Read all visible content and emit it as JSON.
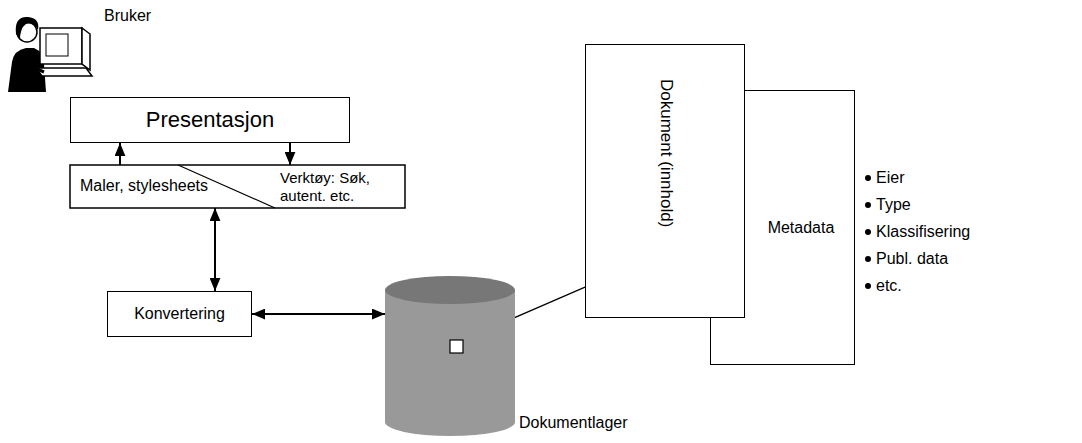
{
  "diagram": {
    "nodes": [
      {
        "text": [
          "Presentasjon"
        ]
      },
      {
        "text": [
          "Maler, stylesheets"
        ]
      },
      {
        "text": [
          "Verktøy: Søk, autent. etc."
        ]
      },
      {
        "text": [
          "Konvertering"
        ]
      },
      {
        "text": [
          "Dokumentlager"
        ]
      },
      {
        "text": [
          "Dokument (innhold)"
        ]
      },
      {
        "text": [
          "Metadata"
        ]
      }
    ],
    "edges": [
      {
        "from": 1,
        "to": 0,
        "arrow": "to"
      },
      {
        "from": 0,
        "to": 2,
        "arrow": "to"
      },
      {
        "from": 1,
        "to": 3,
        "arrow": "both"
      },
      {
        "from": 3,
        "to": 4,
        "arrow": "both"
      },
      {
        "from": 5,
        "to": 4,
        "arrow": "to"
      }
    ],
    "labels": [
      "Bruker",
      "Eier",
      "Type",
      "Klassifisering",
      "Publ. data",
      "etc."
    ]
  }
}
